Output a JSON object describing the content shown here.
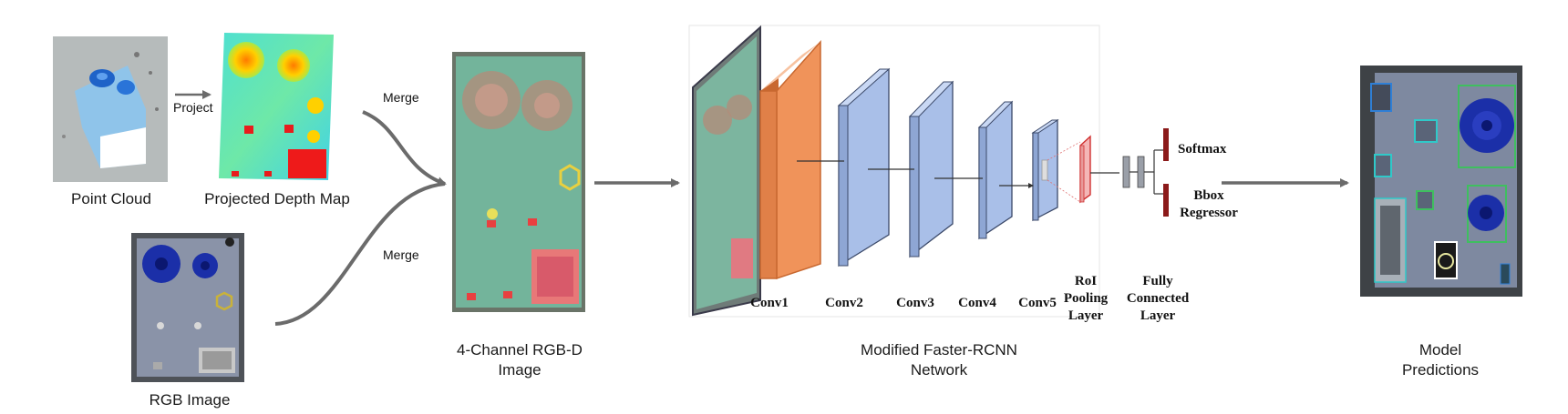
{
  "inputs": {
    "point_cloud": "Point Cloud",
    "projected_depth_map": "Projected Depth Map",
    "rgb_image": "RGB Image",
    "project_arrow": "Project"
  },
  "merge": {
    "top": "Merge",
    "bottom": "Merge"
  },
  "rgbd": {
    "line1": "4-Channel RGB-D",
    "line2": "Image"
  },
  "network": {
    "line1": "Modified Faster-RCNN",
    "line2": "Network",
    "layers": {
      "conv1": "Conv1",
      "conv2": "Conv2",
      "conv3": "Conv3",
      "conv4": "Conv4",
      "conv5": "Conv5",
      "roi_1": "RoI",
      "roi_2": "Pooling",
      "roi_3": "Layer",
      "fc_1": "Fully",
      "fc_2": "Connected",
      "fc_3": "Layer"
    },
    "heads": {
      "softmax": "Softmax",
      "bbox_1": "Bbox",
      "bbox_2": "Regressor"
    }
  },
  "output": {
    "line1": "Model",
    "line2": "Predictions"
  },
  "colors": {
    "conv1": "#f0935a",
    "conv_blue": "#a9bfe8",
    "roi": "#f4b6b6",
    "head_bar": "#8b1a1a",
    "arrow": "#6b6b6b",
    "box_blue": "#2f7fd6",
    "box_cyan": "#2fc9c9",
    "box_green": "#3fbf5f"
  }
}
